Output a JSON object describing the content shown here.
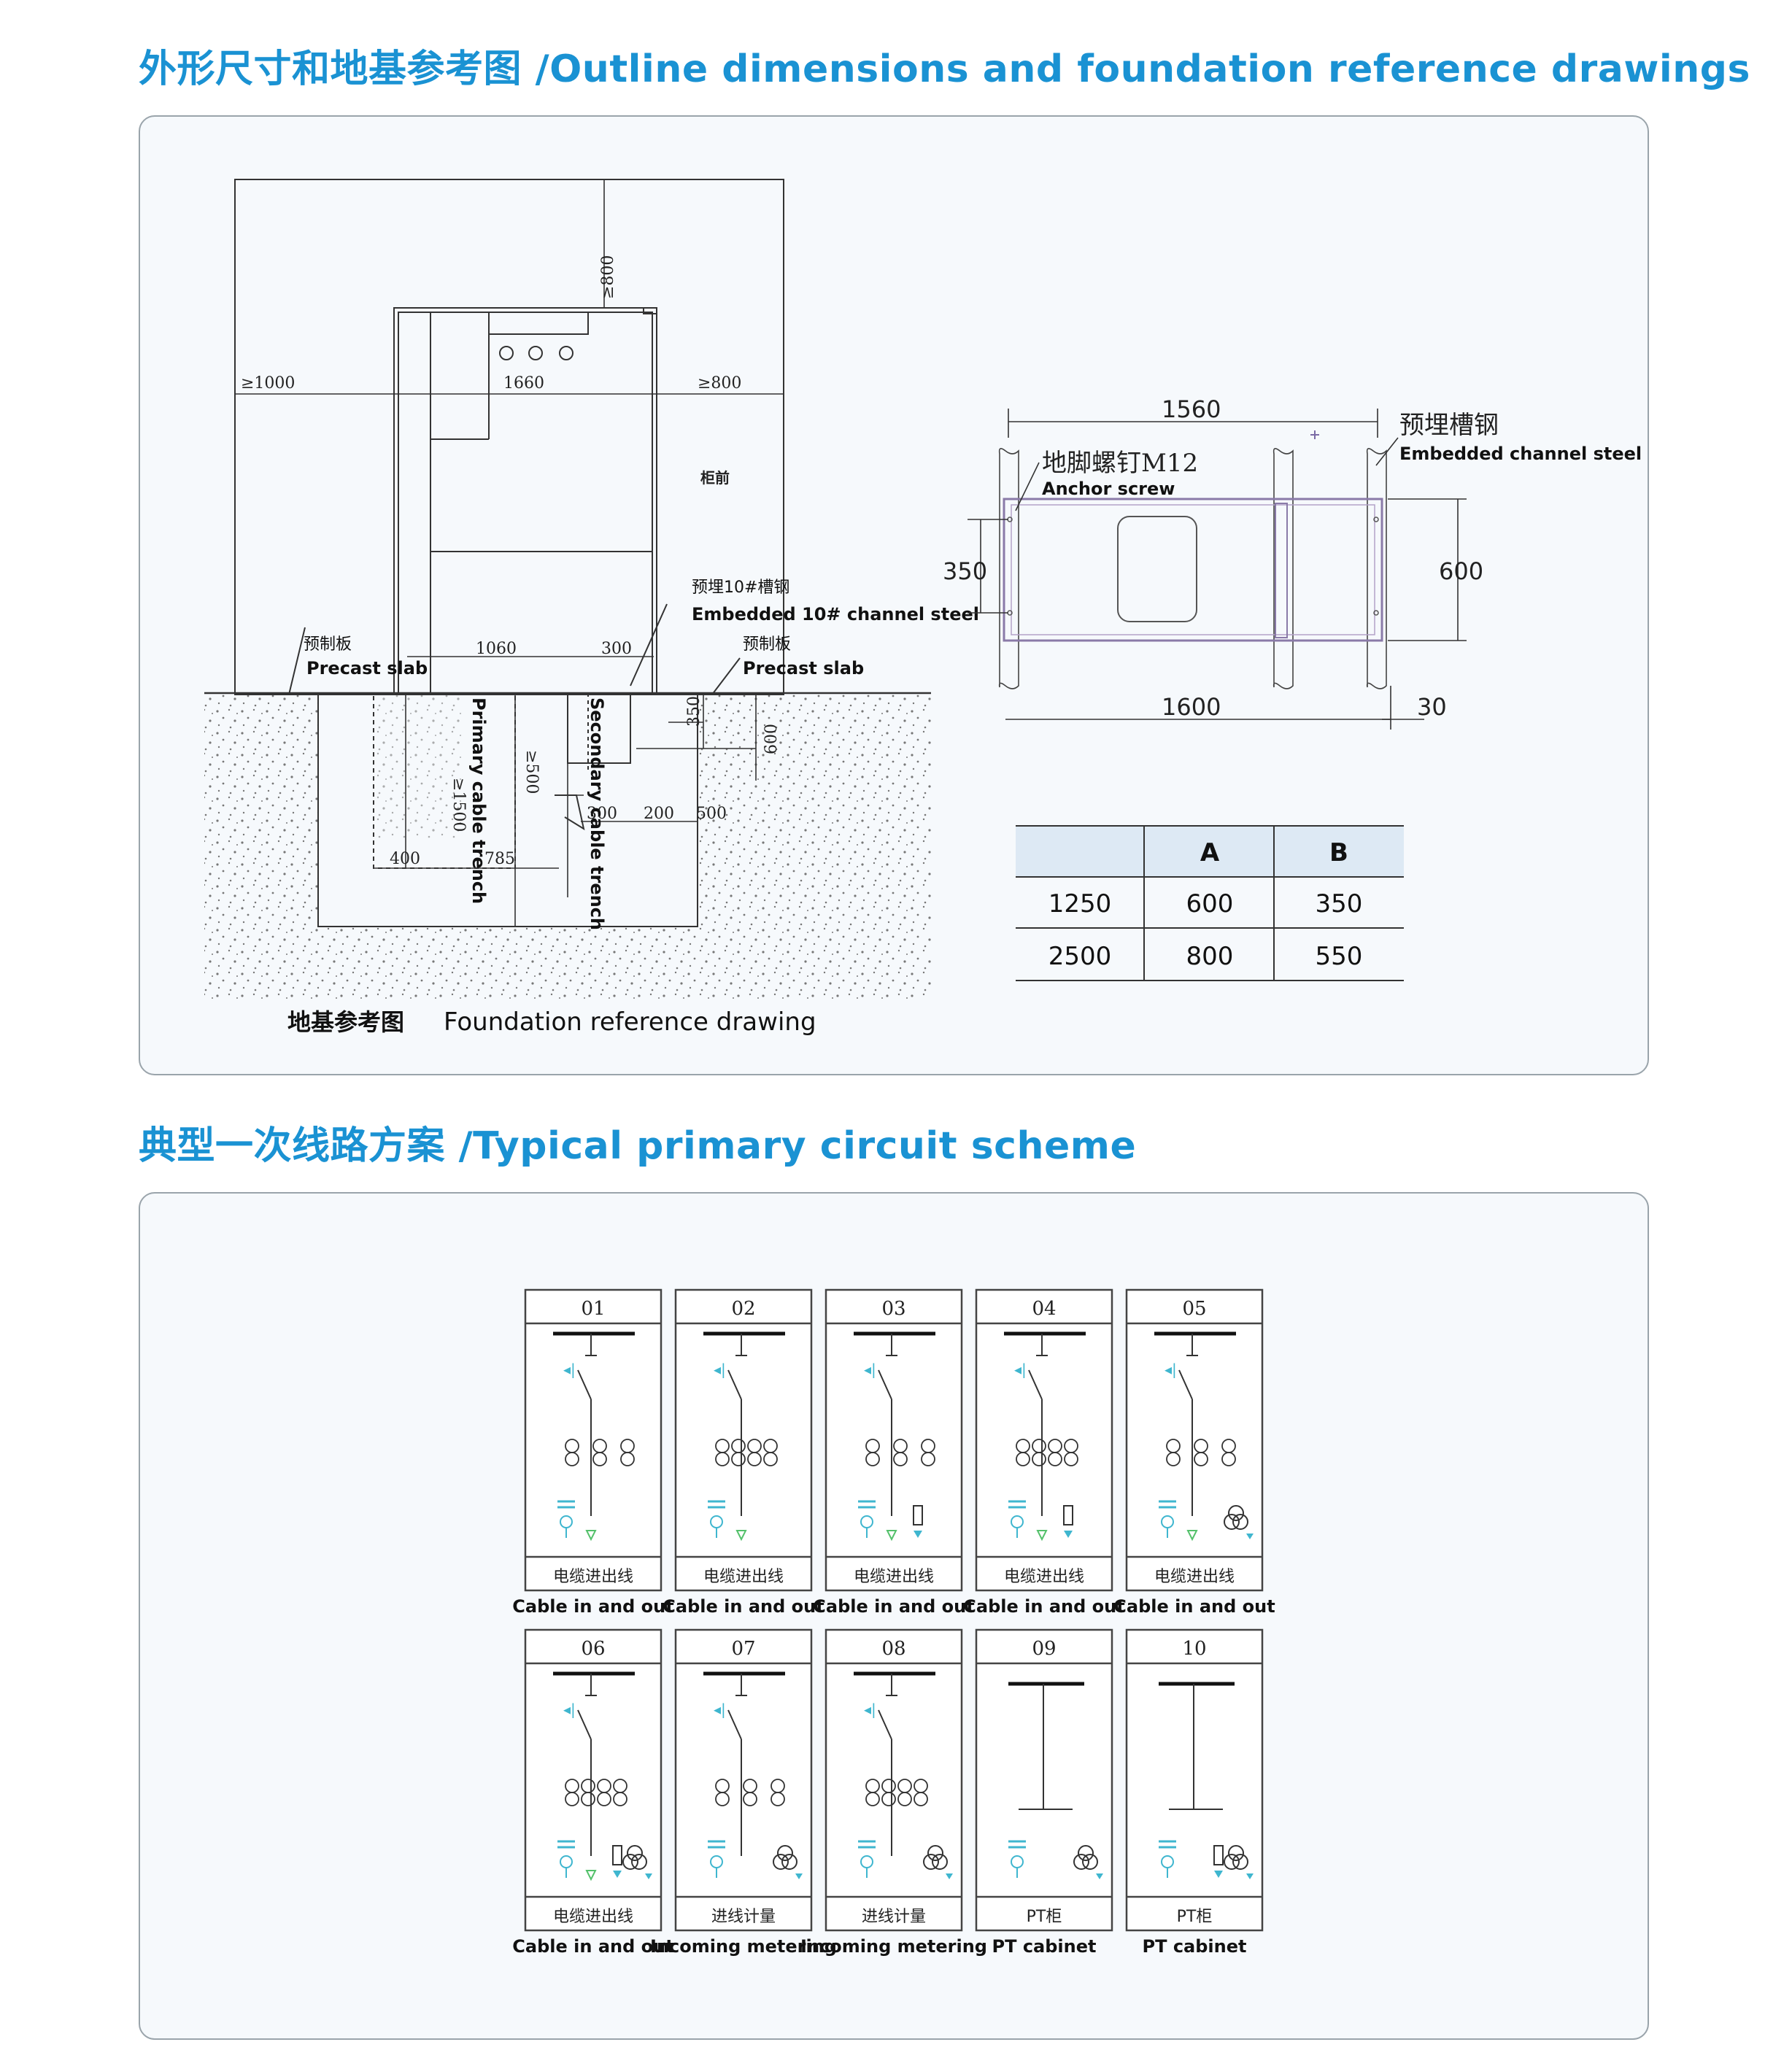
{
  "section1": {
    "heading": "外形尺寸和地基参考图 /Outline dimensions and foundation reference drawings",
    "drawing": {
      "dims": {
        "top_clear": "≥800",
        "left_clear": "≥1000",
        "width": "1660",
        "right_clear": "≥800",
        "front_label": "柜前",
        "inner_width": "1060",
        "trench_width": "300",
        "depth_500": "≥500",
        "depth_1500": "≥1500",
        "w400": "400",
        "w785": "785",
        "h350": "350",
        "h600": "600",
        "b300": "300",
        "b200": "200",
        "b500": "500"
      },
      "labels": {
        "precast_cn_left": "预制板",
        "precast_en_left": "Precast slab",
        "precast_cn_right": "预制板",
        "precast_en_right": "Precast slab",
        "embedded10_cn": "预埋10#槽钢",
        "embedded10_en": "Embedded 10# channel steel",
        "primary_trench": "Primary cable trench",
        "secondary_trench": "Secondary cable trench"
      },
      "caption_cn": "地基参考图",
      "caption_en": "Foundation reference drawing"
    },
    "plan": {
      "top_dim": "1560",
      "bottom_dim": "1600",
      "left_dim": "350",
      "right_dim": "600",
      "corner_dim": "30",
      "embedded_cn": "预埋槽钢",
      "embedded_en": "Embedded channel steel",
      "anchor_cn": "地脚螺钉M12",
      "anchor_en": "Anchor screw"
    },
    "table": {
      "headers": [
        "",
        "A",
        "B"
      ],
      "rows": [
        [
          "1250",
          "600",
          "350"
        ],
        [
          "2500",
          "800",
          "550"
        ]
      ]
    }
  },
  "section2": {
    "heading": "典型一次线路方案 /Typical primary circuit scheme",
    "schemes": [
      {
        "num": "01",
        "cn": "电缆进出线",
        "en": "Cable in and out"
      },
      {
        "num": "02",
        "cn": "电缆进出线",
        "en": "Cable in and out"
      },
      {
        "num": "03",
        "cn": "电缆进出线",
        "en": "Cable in and out"
      },
      {
        "num": "04",
        "cn": "电缆进出线",
        "en": "Cable in and out"
      },
      {
        "num": "05",
        "cn": "电缆进出线",
        "en": "Cable in and out"
      },
      {
        "num": "06",
        "cn": "电缆进出线",
        "en": "Cable in and out"
      },
      {
        "num": "07",
        "cn": "进线计量",
        "en": "Incoming metering"
      },
      {
        "num": "08",
        "cn": "进线计量",
        "en": "Incoming metering"
      },
      {
        "num": "09",
        "cn": "PT柜",
        "en": "PT cabinet"
      },
      {
        "num": "10",
        "cn": "PT柜",
        "en": "PT cabinet"
      }
    ]
  },
  "colors": {
    "heading": "#1a92d3",
    "panel_border": "#9aa4ab",
    "panel_bg": "#f6f9fc",
    "table_header": "#dde9f4",
    "symbol_cyan": "#3fb6cf",
    "symbol_green": "#54c16b"
  }
}
